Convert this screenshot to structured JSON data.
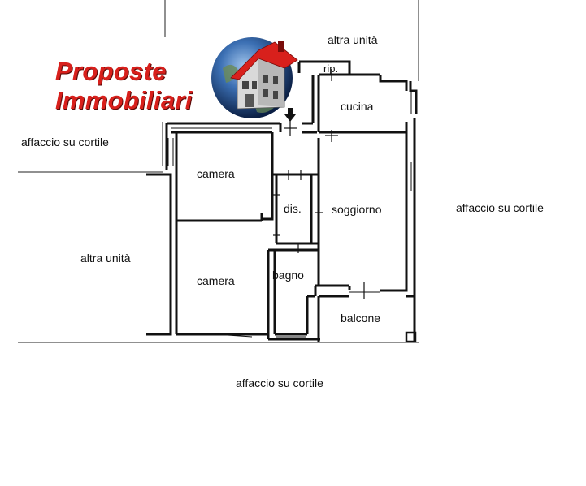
{
  "brand": {
    "line1": "Proposte",
    "line2": "Immobiliari",
    "color": "#d8201c"
  },
  "logo": {
    "icon": "globe-house-icon"
  },
  "rooms": {
    "rip": "rip.",
    "cucina": "cucina",
    "camera_top": "camera",
    "dis": "dis.",
    "soggiorno": "soggiorno",
    "camera_bottom": "camera",
    "bagno": "bagno",
    "balcone": "balcone"
  },
  "surroundings": {
    "altra_unita_top": "altra unità",
    "affaccio_left": "affaccio su cortile",
    "altra_unita_left": "altra unità",
    "affaccio_right": "affaccio su cortile",
    "affaccio_bottom": "affaccio su cortile"
  },
  "entrance": {
    "icon": "entrance-arrow-icon"
  }
}
